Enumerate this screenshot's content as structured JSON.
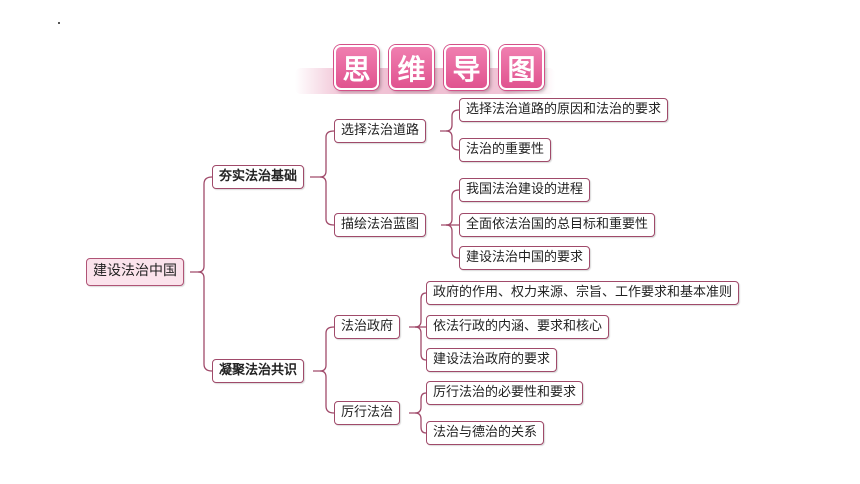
{
  "title": {
    "chars": [
      "思",
      "维",
      "导",
      "图"
    ]
  },
  "colors": {
    "tile": "#e8609a",
    "line": "#a04a6a",
    "root_fill": "#fbe3ec",
    "band": "#f1c4d6"
  },
  "root": "建设法治中国",
  "branches": [
    {
      "label": "夯实法治基础",
      "children": [
        {
          "label": "选择法治道路",
          "items": [
            "选择法治道路的原因和法治的要求",
            "法治的重要性"
          ]
        },
        {
          "label": "描绘法治蓝图",
          "items": [
            "我国法治建设的进程",
            "全面依法治国的总目标和重要性",
            "建设法治中国的要求"
          ]
        }
      ]
    },
    {
      "label": "凝聚法治共识",
      "children": [
        {
          "label": "法治政府",
          "items": [
            "政府的作用、权力来源、宗旨、工作要求和基本准则",
            "依法行政的内涵、要求和核心",
            "建设法治政府的要求"
          ]
        },
        {
          "label": "厉行法治",
          "items": [
            "厉行法治的必要性和要求",
            "法治与德治的关系"
          ]
        }
      ]
    }
  ]
}
